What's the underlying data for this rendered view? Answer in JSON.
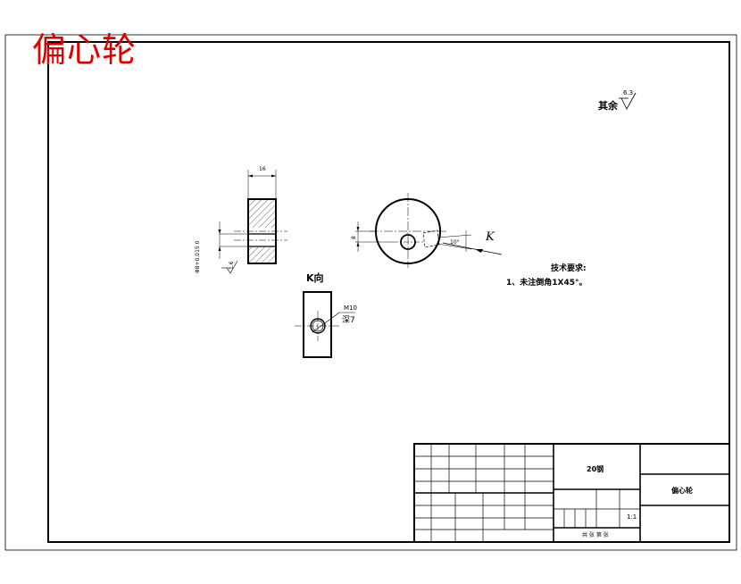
{
  "title": "偏心轮",
  "surface_note": {
    "label": "其余",
    "roughness": "6.3"
  },
  "tech_requirements": {
    "heading": "技术要求:",
    "items": [
      "1、未注倒角1X45°。"
    ]
  },
  "views": {
    "side_view": {
      "width_dim": "16",
      "fit_dim": "Φ8+0.015 0",
      "roughness": "1.6"
    },
    "front_view": {
      "offset_dim": "8",
      "angle_dim": "10°",
      "view_arrow": "K"
    },
    "k_view": {
      "label": "K向",
      "thread": "M10",
      "depth": "深7"
    }
  },
  "title_block": {
    "material": "20钢",
    "part_name": "偏心轮",
    "scale": "1:1",
    "sheet_info": "共 张  第 张"
  }
}
